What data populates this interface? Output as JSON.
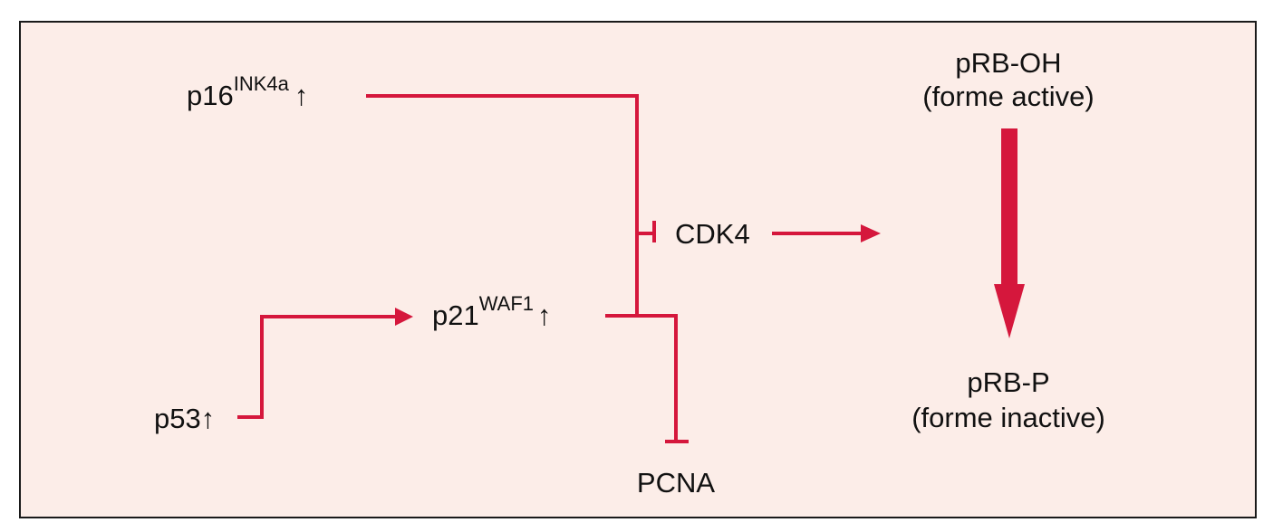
{
  "colors": {
    "background": "#fcede8",
    "border": "#1a1a1a",
    "link": "#d5173c",
    "text": "#111111"
  },
  "nodes": {
    "p16": {
      "base": "p16",
      "sup": "INK4a",
      "arrow": "↑"
    },
    "p21": {
      "base": "p21",
      "sup": "WAF1",
      "arrow": "↑"
    },
    "p53": {
      "base": "p53",
      "arrow": "↑"
    },
    "cdk4": {
      "label": "CDK4"
    },
    "pcna": {
      "label": "PCNA"
    },
    "prb_oh": {
      "line1": "pRB-OH",
      "line2": "(forme active)"
    },
    "prb_p": {
      "line1": "pRB-P",
      "line2": "(forme inactive)"
    }
  },
  "edges": [
    {
      "from": "p16",
      "to": "cdk4",
      "type": "inhibition"
    },
    {
      "from": "p21",
      "to": "cdk4",
      "type": "inhibition"
    },
    {
      "from": "p21",
      "to": "pcna",
      "type": "inhibition"
    },
    {
      "from": "p53",
      "to": "p21",
      "type": "activation"
    },
    {
      "from": "cdk4",
      "to": "prb_oh",
      "type": "activation"
    },
    {
      "from": "prb_oh",
      "to": "prb_p",
      "type": "conversion"
    }
  ]
}
